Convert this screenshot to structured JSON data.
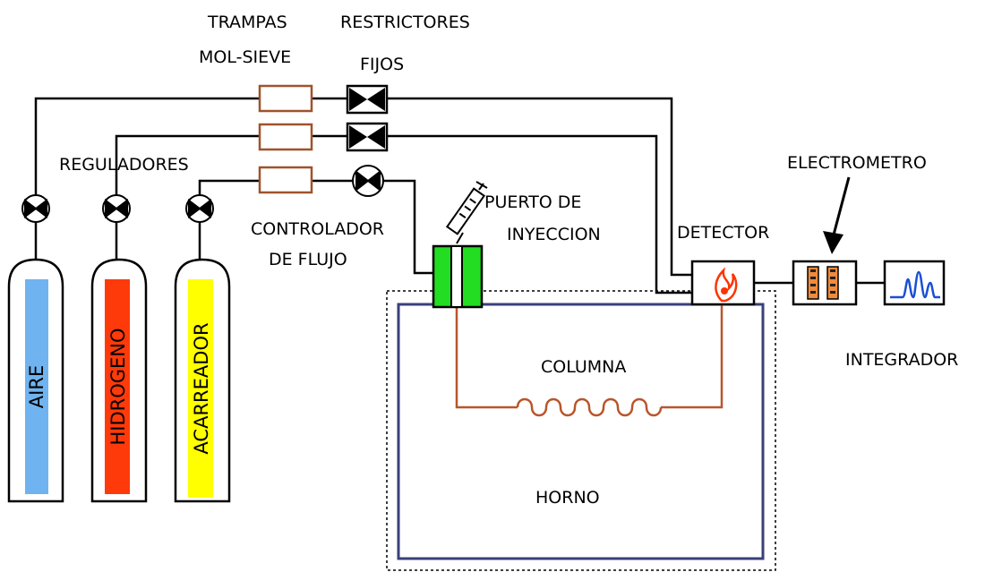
{
  "labels": {
    "trampas_line1": "TRAMPAS",
    "trampas_line2": "MOL-SIEVE",
    "restrictores_line1": "RESTRICTORES",
    "restrictores_line2": "FIJOS",
    "reguladores": "REGULADORES",
    "controlador_line1": "CONTROLADOR",
    "controlador_line2": "DE FLUJO",
    "puerto_line1": "PUERTO DE",
    "puerto_line2": "INYECCION",
    "detector": "DETECTOR",
    "electrometro": "ELECTROMETRO",
    "integrador": "INTEGRADOR",
    "columna": "COLUMNA",
    "horno": "HORNO"
  },
  "cylinders": [
    {
      "label": "AIRE",
      "color": "#6fb3f0"
    },
    {
      "label": "HIDROGENO",
      "color": "#ff3a0a"
    },
    {
      "label": "ACARREADOR",
      "color": "#ffff00"
    }
  ],
  "colors": {
    "line": "#000000",
    "trap": "#a0522d",
    "column": "#b8562d",
    "oven": "#3a3f7a",
    "injector": "#22dd22",
    "peak": "#1a4fd6",
    "flame": "#ff3300"
  }
}
